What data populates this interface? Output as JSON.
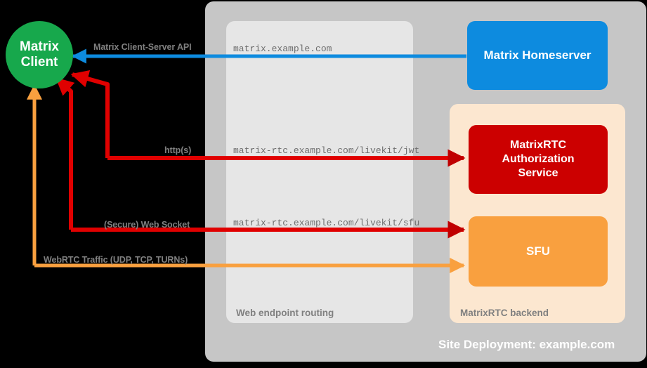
{
  "diagram": {
    "title": "Site Deployment: example.com",
    "background": "#000000",
    "nodes": {
      "client": {
        "label": "Matrix\nClient",
        "line1": "Matrix",
        "line2": "Client",
        "color": "#17a84c",
        "shape": "circle"
      },
      "homeserver": {
        "label": "Matrix Homeserver",
        "color": "#0d8bdf",
        "shape": "rounded-rect"
      },
      "auth_service": {
        "line1": "MatrixRTC",
        "line2": "Authorization",
        "line3": "Service",
        "color": "#cc0000",
        "shape": "rounded-rect"
      },
      "sfu": {
        "label": "SFU",
        "color": "#f9a03f",
        "shape": "rounded-rect"
      }
    },
    "zones": {
      "site_deployment": {
        "caption": "Site Deployment: example.com",
        "color": "#c6c6c6"
      },
      "web_endpoint_routing": {
        "caption": "Web endpoint routing",
        "color": "#e6e6e6"
      },
      "matrixrtc_backend": {
        "caption": "MatrixRTC backend",
        "color": "#fce7d0"
      }
    },
    "endpoints": [
      {
        "name": "matrix-endpoint",
        "text": "matrix.example.com"
      },
      {
        "name": "jwt-endpoint",
        "text": "matrix-rtc.example.com/livekit/jwt"
      },
      {
        "name": "sfu-endpoint",
        "text": "matrix-rtc.example.com/livekit/sfu"
      }
    ],
    "connections": [
      {
        "name": "matrix-client-server-api",
        "label": "Matrix Client-Server API",
        "color": "#0d8bdf",
        "direction": "to-client"
      },
      {
        "name": "http-s",
        "label": "http(s)",
        "color": "#e00000",
        "direction": "bidirectional"
      },
      {
        "name": "secure-web-socket",
        "label": "(Secure) Web Socket",
        "color": "#e00000",
        "direction": "bidirectional"
      },
      {
        "name": "webrtc-traffic",
        "label": "WebRTC Traffic (UDP, TCP, TURNs)",
        "color": "#f9a03f",
        "direction": "bidirectional"
      }
    ]
  }
}
